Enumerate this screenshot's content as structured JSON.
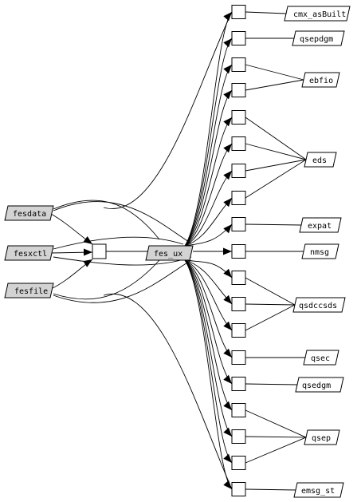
{
  "diagram": {
    "colors": {
      "line": "#000000",
      "grey_fill": "#d3d3d3",
      "white_fill": "#ffffff"
    },
    "center": {
      "id": "fes_ux",
      "label": "fes_ux"
    },
    "inputs": [
      {
        "id": "fesdata",
        "label": "fesdata"
      },
      {
        "id": "fesxctl",
        "label": "fesxctl"
      },
      {
        "id": "fesfile",
        "label": "fesfile"
      }
    ],
    "outputs": [
      {
        "id": "cmx_asBuilt",
        "label": "cmx_asBuilt"
      },
      {
        "id": "qsepdgm",
        "label": "qsepdgm"
      },
      {
        "id": "ebfio",
        "label": "ebfio"
      },
      {
        "id": "eds",
        "label": "eds"
      },
      {
        "id": "expat",
        "label": "expat"
      },
      {
        "id": "nmsg",
        "label": "nmsg"
      },
      {
        "id": "qsdccsds",
        "label": "qsdccsds"
      },
      {
        "id": "qsec",
        "label": "qsec"
      },
      {
        "id": "qsedgm",
        "label": "qsedgm"
      },
      {
        "id": "qsep",
        "label": "qsep"
      },
      {
        "id": "emsg_st",
        "label": "emsg_st"
      }
    ]
  }
}
